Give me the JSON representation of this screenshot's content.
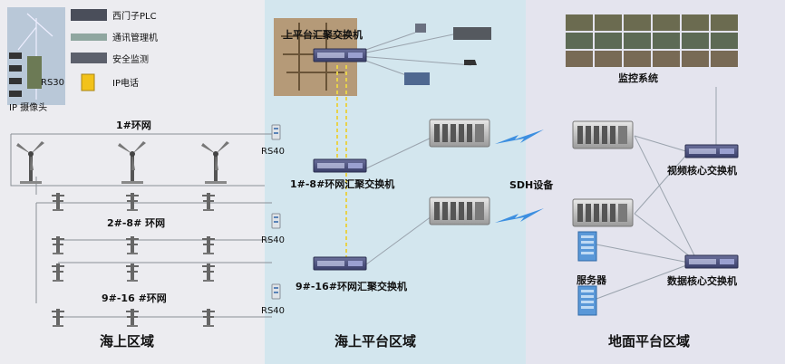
{
  "zones": {
    "sea": "海上区域",
    "platform": "海上平台区域",
    "ground": "地面平台区域"
  },
  "legend": {
    "plc": "西门子PLC",
    "comm": "通讯管理机",
    "security": "安全监测",
    "ipphone": "IP电话",
    "rs530": "RS30",
    "ipcam": "IP 摄像头"
  },
  "rings": {
    "ring1": "1#环网",
    "ring2": "2#-8# 环网",
    "ring3": "9#-16 #环网"
  },
  "switches": {
    "platform_agg": "上平台汇聚交换机",
    "ring_1_8": "1#-8#环网汇聚交换机",
    "ring_9_16": "9#-16#环网汇聚交换机",
    "video_core": "视频核心交换机",
    "data_core": "数据核心交换机"
  },
  "labels": {
    "rs40_a": "RS40",
    "rs40_b": "RS40",
    "rs40_c": "RS40",
    "sdh": "SDH设备",
    "monitor": "监控系统",
    "server": "服务器"
  },
  "colors": {
    "sea_bg": "#ececf0",
    "platform_bg": "#d3e6ee",
    "ground_bg": "#e4e4ee",
    "link": "#9aa3ad",
    "fiber": "#e8d24a",
    "lightning": "#3d8fe0"
  }
}
